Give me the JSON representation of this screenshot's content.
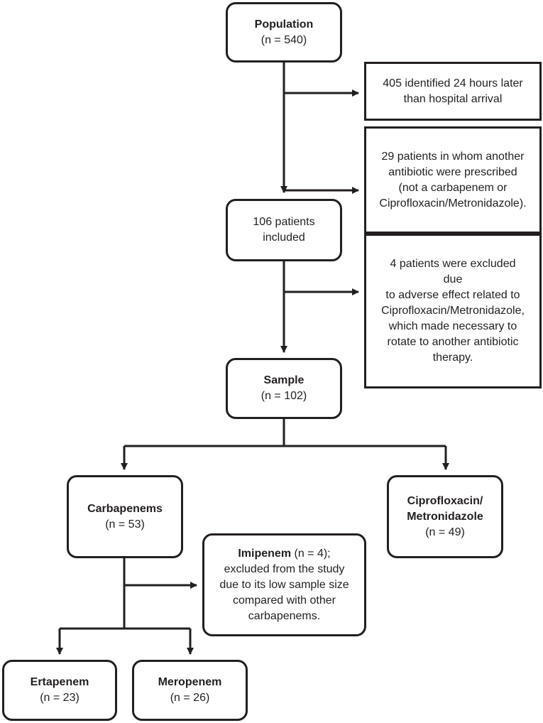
{
  "nodes": {
    "population": {
      "title": "Population",
      "count": "(n = 540)"
    },
    "excl_405": {
      "line1": "405 identified 24 hours later",
      "line2": "than hospital arrival"
    },
    "excl_29": {
      "line1": "29 patients in whom another",
      "line2": "antibiotic were prescribed",
      "line3": "(not a carbapenem or",
      "line4": "Ciprofloxacin/Metronidazole)."
    },
    "included_106": {
      "line1": "106 patients",
      "line2": "included"
    },
    "excl_4": {
      "line1": "4 patients were excluded",
      "line2": "due",
      "line3": "to adverse effect related to",
      "line4": "Ciprofloxacin/Metronidazole,",
      "line5": "which made necessary to",
      "line6": "rotate to another antibiotic",
      "line7": "therapy."
    },
    "sample": {
      "title": "Sample",
      "count": "(n = 102)"
    },
    "carbapenems": {
      "title": "Carbapenems",
      "count": "(n = 53)"
    },
    "cipro": {
      "title1": "Ciprofloxacin/",
      "title2": "Metronidazole",
      "count": "(n = 49)"
    },
    "imipenem": {
      "title": "Imipenem",
      "count_suffix": " (n = 4);",
      "line2": "excluded from the study",
      "line3": "due to its low sample size",
      "line4": "compared with other",
      "line5": "carbapenems."
    },
    "ertapenem": {
      "title": "Ertapenem",
      "count": "(n = 23)"
    },
    "meropenem": {
      "title": "Meropenem",
      "count": "(n = 26)"
    }
  },
  "colors": {
    "stroke": "#231f20",
    "background": "#ffffff"
  }
}
